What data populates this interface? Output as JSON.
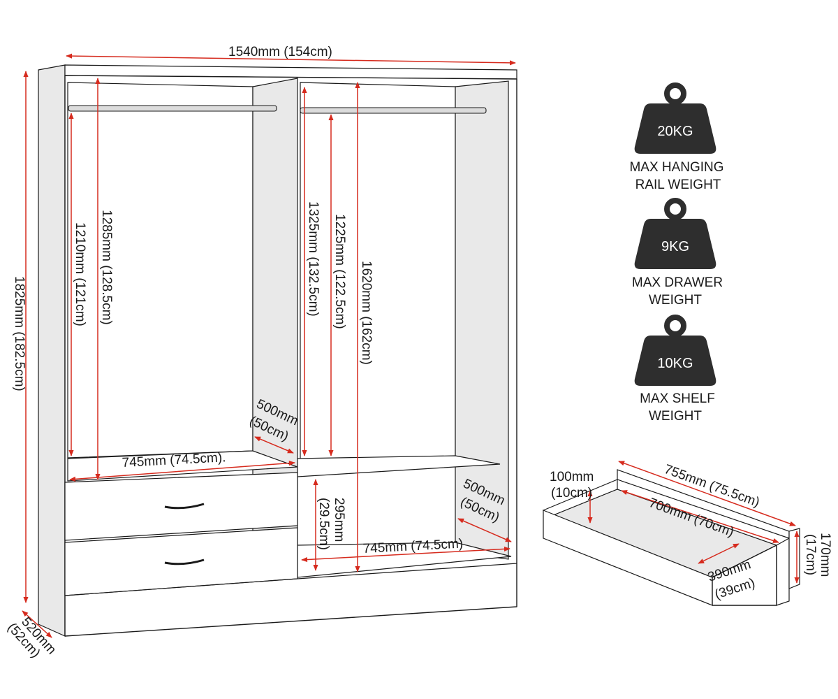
{
  "dimensions": {
    "overall_width": "1540mm (154cm)",
    "overall_height": "1825mm (182.5cm)",
    "depth_mm": "520mm",
    "depth_cm": "(52cm)",
    "left_hanging_1285": "1285mm (128.5cm)",
    "left_hanging_1210": "1210mm (121cm)",
    "right_hanging_1325": "1325mm (132.5cm)",
    "right_hanging_1225": "1225mm (122.5cm)",
    "right_total_1620": "1620mm (162cm)",
    "left_depth_mm": "500mm",
    "left_depth_cm": "(50cm)",
    "left_width": "745mm (74.5cm).",
    "right_depth_mm": "500mm",
    "right_depth_cm": "(50cm)",
    "right_width": "745mm (74.5cm)",
    "lower_295_mm": "295mm",
    "lower_295_cm": "(29.5cm)"
  },
  "drawer": {
    "height_mm": "100mm",
    "height_cm": "(10cm)",
    "outer_length": "755mm (75.5cm)",
    "inner_length": "700mm (70cm)",
    "inner_depth_mm": "390mm",
    "inner_depth_cm": "(39cm)",
    "front_height_mm": "170mm",
    "front_height_cm": "(17cm)"
  },
  "weights": [
    {
      "value": "20KG",
      "label_line1": "MAX HANGING",
      "label_line2": "RAIL WEIGHT"
    },
    {
      "value": "9KG",
      "label_line1": "MAX DRAWER",
      "label_line2": "WEIGHT"
    },
    {
      "value": "10KG",
      "label_line1": "MAX SHELF",
      "label_line2": "WEIGHT"
    }
  ],
  "colors": {
    "dimension_line": "#d62b1e",
    "weight_icon": "#2e2e2e",
    "outline": "#1a1a1a"
  },
  "icons": [
    "weight-icon"
  ]
}
